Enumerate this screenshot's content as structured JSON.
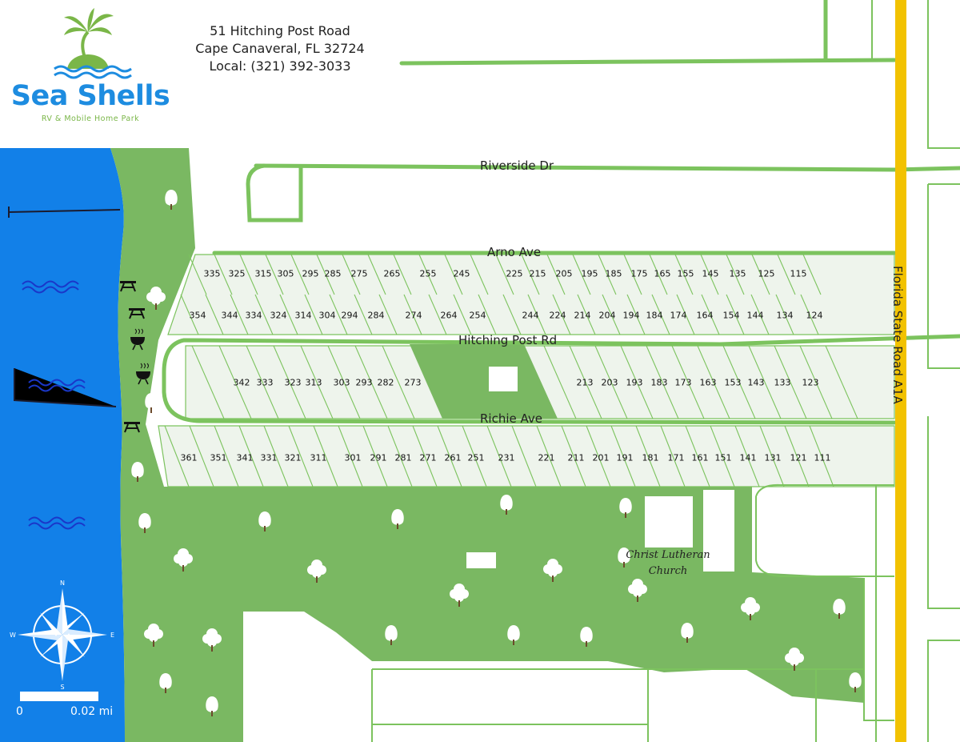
{
  "park": {
    "name": "Sea Shells",
    "subtitle": "RV & Mobile Home Park",
    "address_line1": "51 Hitching Post Road",
    "address_line2": "Cape Canaveral, FL 32724",
    "phone": "Local: (321) 392-3033"
  },
  "streets": {
    "riverside": "Riverside Dr",
    "arno": "Arno Ave",
    "hitching": "Hitching Post Rd",
    "richie": "Richie Ave",
    "a1a": "Florida State Road A1A"
  },
  "landmark": {
    "church_line1": "Christ Lutheran",
    "church_line2": "Church"
  },
  "compass": {
    "n": "N",
    "s": "S",
    "e": "E",
    "w": "W"
  },
  "scale": {
    "zero": "0",
    "distance": "0.02 mi"
  },
  "colors": {
    "water": "#1280e8",
    "park_green": "#7ab862",
    "road_green": "#7cc35e",
    "highway": "#f2c200",
    "lot_fill": "#eef4ec",
    "logo_blue": "#1d8ce0"
  },
  "icons": [
    "picnic-table-icon",
    "grill-icon",
    "tree-icon",
    "water-wave-icon",
    "compass-rose-icon",
    "palm-tree-logo-icon"
  ],
  "lots": {
    "row1": [
      "335",
      "325",
      "315",
      "305",
      "295",
      "285",
      "275",
      "265",
      "255",
      "245",
      "225",
      "215",
      "205",
      "195",
      "185",
      "175",
      "165",
      "155",
      "145",
      "135",
      "125",
      "115"
    ],
    "row2": [
      "354",
      "344",
      "334",
      "324",
      "314",
      "304",
      "294",
      "284",
      "274",
      "264",
      "254",
      "244",
      "224",
      "214",
      "204",
      "194",
      "184",
      "174",
      "164",
      "154",
      "144",
      "134",
      "124"
    ],
    "row3": [
      "342",
      "333",
      "323",
      "313",
      "303",
      "293",
      "282",
      "273",
      "213",
      "203",
      "193",
      "183",
      "173",
      "163",
      "153",
      "143",
      "133",
      "123"
    ],
    "row4": [
      "361",
      "351",
      "341",
      "331",
      "321",
      "311",
      "301",
      "291",
      "281",
      "271",
      "261",
      "251",
      "231",
      "221",
      "211",
      "201",
      "191",
      "181",
      "171",
      "161",
      "151",
      "141",
      "131",
      "121",
      "111"
    ]
  }
}
